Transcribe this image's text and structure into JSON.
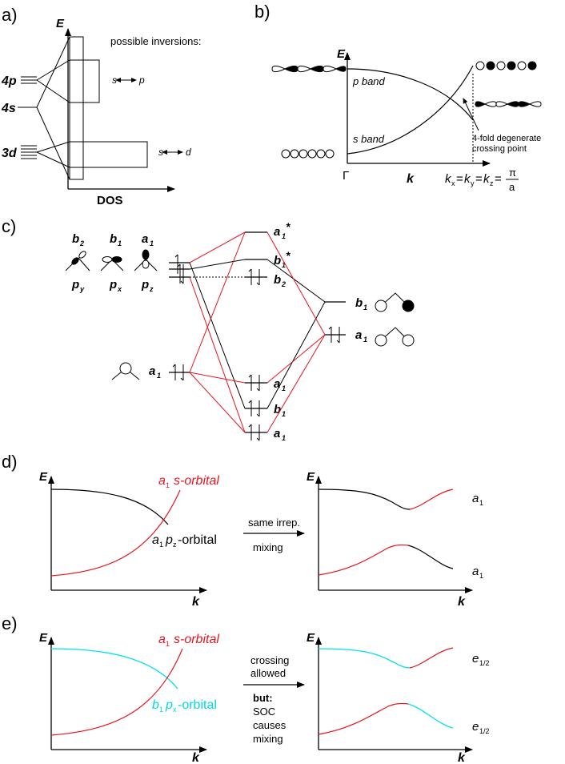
{
  "colors": {
    "black": "#000000",
    "red": "#e8141e",
    "cyan": "#00e0ee",
    "gray": "#555555"
  },
  "panel_a": {
    "label": "a)",
    "axis_y": "E",
    "axis_x": "DOS",
    "title": "possible inversions:",
    "orbital_4p": "4p",
    "orbital_4s": "4s",
    "orbital_3d": "3d",
    "inv_sp_left": "s",
    "inv_sp_right": "p",
    "inv_sd_left": "s",
    "inv_sd_right": "d"
  },
  "panel_b": {
    "label": "b)",
    "axis_y": "E",
    "axis_x": "k",
    "p_band": "p band",
    "s_band": "s band",
    "gamma": "Γ",
    "crossing_line1": "4-fold degenerate",
    "crossing_line2": "crossing point",
    "kx": "k",
    "kx_sub": "x",
    "eq1": "=",
    "ky": "k",
    "ky_sub": "y",
    "eq2": "=",
    "kz": "k",
    "kz_sub": "z",
    "eq3": "=",
    "pi": "π",
    "a": "a"
  },
  "panel_c": {
    "label": "c)",
    "left_orbitals": [
      {
        "top": "b",
        "top_sub": "2",
        "bottom": "p",
        "bottom_sub": "y"
      },
      {
        "top": "b",
        "top_sub": "1",
        "bottom": "p",
        "bottom_sub": "x"
      },
      {
        "top": "a",
        "top_sub": "1",
        "bottom": "p",
        "bottom_sub": "z"
      }
    ],
    "left_s": "a",
    "left_s_sub": "1",
    "center_levels": [
      {
        "label": "a",
        "sub": "1",
        "sup": "*"
      },
      {
        "label": "b",
        "sub": "1",
        "sup": "*"
      },
      {
        "label": "b",
        "sub": "2",
        "sup": ""
      },
      {
        "label": "a",
        "sub": "1",
        "sup": ""
      },
      {
        "label": "b",
        "sub": "1",
        "sup": ""
      },
      {
        "label": "a",
        "sub": "1",
        "sup": ""
      }
    ],
    "right_b1": "b",
    "right_b1_sub": "1",
    "right_a1": "a",
    "right_a1_sub": "1"
  },
  "panel_d": {
    "label": "d)",
    "axis_y": "E",
    "axis_x": "k",
    "red_label_a": "a",
    "red_label_sub": "1",
    "red_label_rest": "s-orbital",
    "black_label_a": "a",
    "black_label_sub": "1",
    "black_label_p": "p",
    "black_label_psub": "z",
    "black_label_rest": "-orbital",
    "arrow_top": "same irrep.",
    "arrow_bottom": "mixing",
    "result_top": "a",
    "result_top_sub": "1",
    "result_bottom": "a",
    "result_bottom_sub": "1"
  },
  "panel_e": {
    "label": "e)",
    "axis_y": "E",
    "axis_x": "k",
    "red_label_a": "a",
    "red_label_sub": "1",
    "red_label_rest": "s-orbital",
    "cyan_label_b": "b",
    "cyan_label_sub": "1",
    "cyan_label_p": "p",
    "cyan_label_psub": "x",
    "cyan_label_rest": "-orbital",
    "arrow_top1": "crossing",
    "arrow_top2": "allowed",
    "arrow_b1": "but:",
    "arrow_b2": "SOC",
    "arrow_b3": "causes",
    "arrow_b4": "mixing",
    "result_top": "e",
    "result_top_sub": "1/2",
    "result_bottom": "e",
    "result_bottom_sub": "1/2"
  }
}
